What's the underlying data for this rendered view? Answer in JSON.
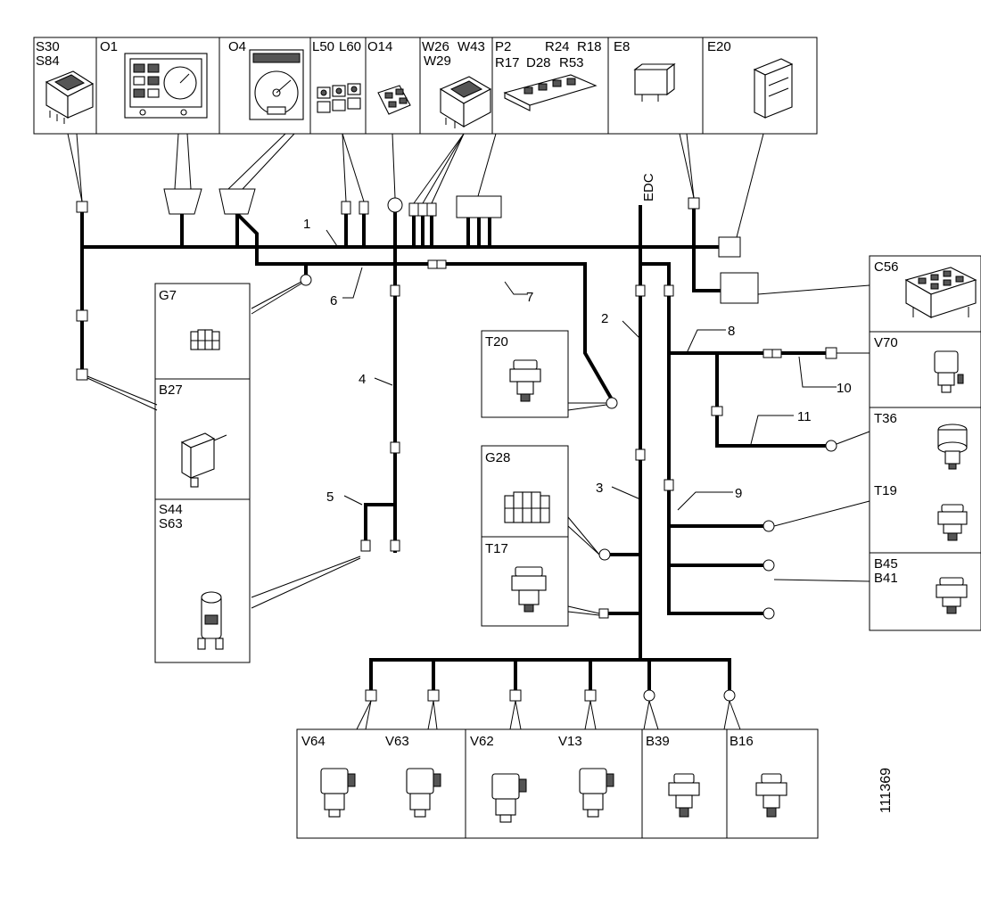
{
  "diagram": {
    "drawing_number": "111369",
    "top_panels": [
      {
        "labels": [
          "S30",
          "S84"
        ]
      },
      {
        "labels": [
          "O1"
        ]
      },
      {
        "labels": [
          "O4"
        ]
      },
      {
        "labels": [
          "L50",
          "L60"
        ]
      },
      {
        "labels": [
          "O14"
        ]
      },
      {
        "labels": [
          "W26",
          "W43",
          "W29"
        ]
      },
      {
        "labels": [
          "P2",
          "R24",
          "R18",
          "R17",
          "D28",
          "R53"
        ]
      },
      {
        "labels": [
          "E8"
        ]
      },
      {
        "labels": [
          "E20"
        ]
      }
    ],
    "left_panels": [
      {
        "labels": [
          "G7"
        ]
      },
      {
        "labels": [
          "B27"
        ]
      },
      {
        "labels": [
          "S44",
          "S63"
        ]
      }
    ],
    "center_panels": [
      {
        "labels": [
          "T20"
        ]
      },
      {
        "labels": [
          "G28"
        ]
      },
      {
        "labels": [
          "T17"
        ]
      }
    ],
    "right_panels": [
      {
        "labels": [
          "C56"
        ]
      },
      {
        "labels": [
          "V70"
        ]
      },
      {
        "labels": [
          "T36"
        ]
      },
      {
        "labels": [
          "T19"
        ]
      },
      {
        "labels": [
          "B45",
          "B41"
        ]
      }
    ],
    "bottom_panels": [
      {
        "labels": [
          "V64",
          "V63"
        ]
      },
      {
        "labels": [
          "V62",
          "V13"
        ]
      },
      {
        "labels": [
          "B39"
        ]
      },
      {
        "labels": [
          "B16"
        ]
      }
    ],
    "harness_label": "EDC",
    "cable_numbers": [
      "1",
      "2",
      "3",
      "4",
      "5",
      "6",
      "7",
      "8",
      "9",
      "10",
      "11"
    ]
  }
}
